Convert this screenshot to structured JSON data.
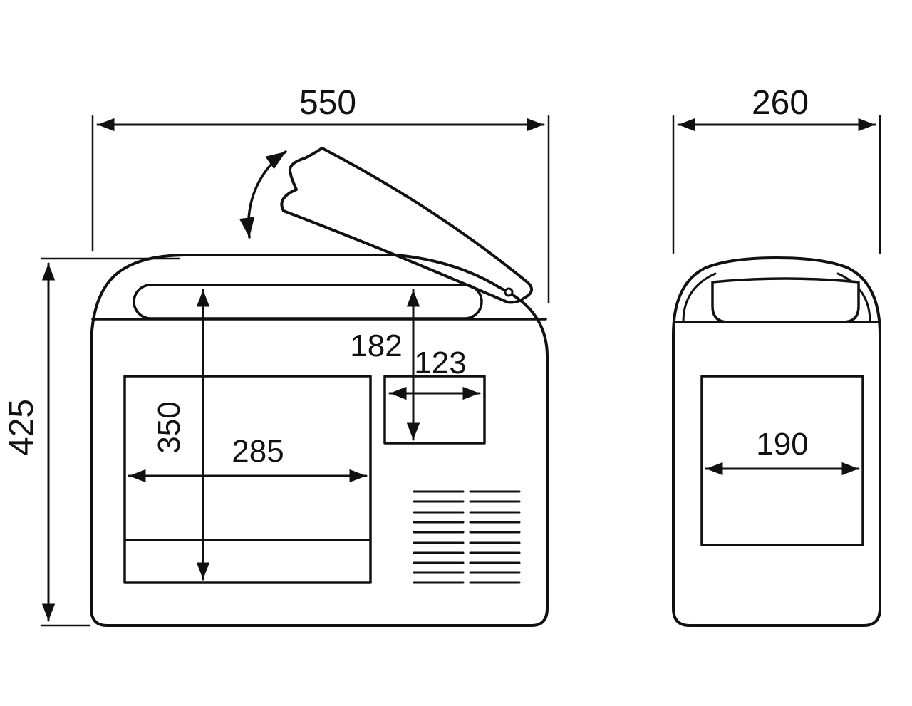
{
  "figure": {
    "kind": "technical-dimension-drawing",
    "subject": "portable cooler, two orthographic views with open lid",
    "colors": {
      "line": "#111111",
      "background": "#ffffff"
    },
    "views": {
      "front": {
        "overall_width": "550",
        "overall_height": "425",
        "lid_recess_depth": "182",
        "pocket_width": "123",
        "interior_depth": "350",
        "interior_width": "285"
      },
      "side": {
        "overall_depth": "260",
        "interior_width": "190"
      }
    }
  }
}
